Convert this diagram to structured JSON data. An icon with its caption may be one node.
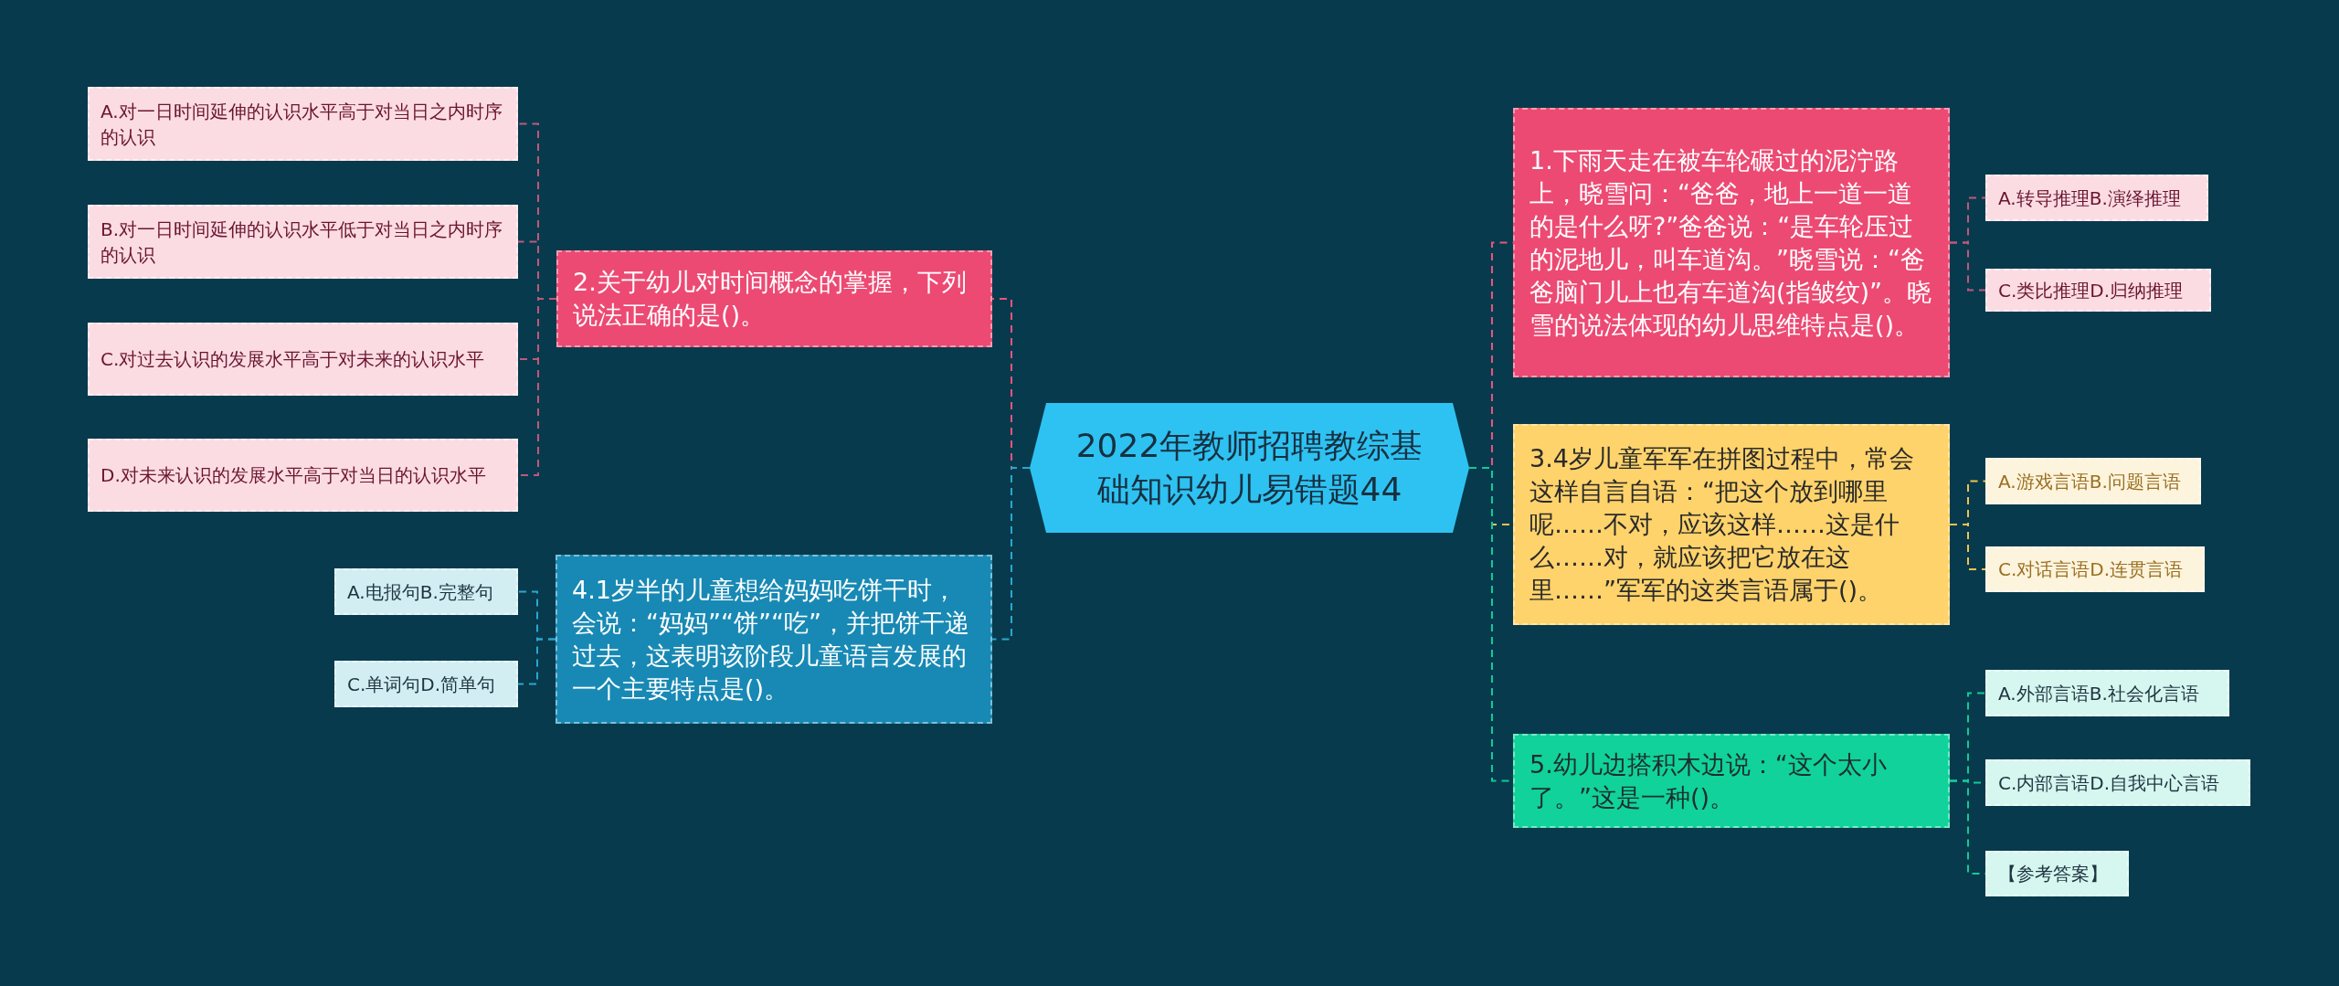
{
  "diagram": {
    "nodes": [
      {
        "text": [
          "2022年教师招聘教综基础知识幼儿易错题44"
        ]
      },
      {
        "text": [
          "1.下雨天走在被车轮碾过的泥泞路上，晓雪问：“爸爸，地上一道一道的是什么呀?”爸爸说：“是车轮压过的泥地儿，叫车道沟。”晓雪说：“爸爸脑门儿上也有车道沟(指皱纹)”。晓雪的说法体现的幼儿思维特点是()。"
        ]
      },
      {
        "text": [
          "A.转导推理B.演绎推理"
        ]
      },
      {
        "text": [
          "C.类比推理D.归纳推理"
        ]
      },
      {
        "text": [
          "2.关于幼儿对时间概念的掌握，下列说法正确的是()。"
        ]
      },
      {
        "text": [
          "A.对一日时间延伸的认识水平高于对当日之内时序的认识"
        ]
      },
      {
        "text": [
          "B.对一日时间延伸的认识水平低于对当日之内时序的认识"
        ]
      },
      {
        "text": [
          "C.对过去认识的发展水平高于对未来的认识水平"
        ]
      },
      {
        "text": [
          "D.对未来认识的发展水平高于对当日的认识水平"
        ]
      },
      {
        "text": [
          "3.4岁儿童军军在拼图过程中，常会这样自言自语：“把这个放到哪里呢……不对，应该这样……这是什么……对，就应该把它放在这里……”军军的这类言语属于()。"
        ]
      },
      {
        "text": [
          "A.游戏言语B.问题言语"
        ]
      },
      {
        "text": [
          "C.对话言语D.连贯言语"
        ]
      },
      {
        "text": [
          "4.1岁半的儿童想给妈妈吃饼干时，会说：“妈妈”“饼”“吃”，并把饼干递过去，这表明该阶段儿童语言发展的一个主要特点是()。"
        ]
      },
      {
        "text": [
          "A.电报句B.完整句"
        ]
      },
      {
        "text": [
          "C.单词句D.简单句"
        ]
      },
      {
        "text": [
          "5.幼儿边搭积木边说：“这个太小了。”这是一种()。"
        ]
      },
      {
        "text": [
          "A.外部言语B.社会化言语"
        ]
      },
      {
        "text": [
          "C.内部言语D.自我中心言语"
        ]
      },
      {
        "text": [
          "【参考答案】"
        ]
      }
    ],
    "edges": [
      {
        "from": 0,
        "to": 1,
        "arrow": "none",
        "style": "dashed",
        "color": "#e8557a"
      },
      {
        "from": 1,
        "to": 2,
        "arrow": "none",
        "style": "dashed",
        "color": "#c0587a"
      },
      {
        "from": 1,
        "to": 3,
        "arrow": "none",
        "style": "dashed",
        "color": "#c0587a"
      },
      {
        "from": 0,
        "to": 4,
        "arrow": "none",
        "style": "dashed",
        "color": "#e8557a"
      },
      {
        "from": 4,
        "to": 5,
        "arrow": "none",
        "style": "dashed",
        "color": "#c0587a"
      },
      {
        "from": 4,
        "to": 6,
        "arrow": "none",
        "style": "dashed",
        "color": "#c0587a"
      },
      {
        "from": 4,
        "to": 7,
        "arrow": "none",
        "style": "dashed",
        "color": "#c0587a"
      },
      {
        "from": 4,
        "to": 8,
        "arrow": "none",
        "style": "dashed",
        "color": "#c0587a"
      },
      {
        "from": 0,
        "to": 9,
        "arrow": "none",
        "style": "dashed",
        "color": "#f2c14e"
      },
      {
        "from": 9,
        "to": 10,
        "arrow": "none",
        "style": "dashed",
        "color": "#f2c14e"
      },
      {
        "from": 9,
        "to": 11,
        "arrow": "none",
        "style": "dashed",
        "color": "#f2c14e"
      },
      {
        "from": 0,
        "to": 12,
        "arrow": "none",
        "style": "dashed",
        "color": "#2aa8d0"
      },
      {
        "from": 12,
        "to": 13,
        "arrow": "none",
        "style": "dashed",
        "color": "#2aa8d0"
      },
      {
        "from": 12,
        "to": 14,
        "arrow": "none",
        "style": "dashed",
        "color": "#2aa8d0"
      },
      {
        "from": 0,
        "to": 15,
        "arrow": "none",
        "style": "dashed",
        "color": "#13c995"
      },
      {
        "from": 15,
        "to": 16,
        "arrow": "none",
        "style": "dashed",
        "color": "#13c995"
      },
      {
        "from": 15,
        "to": 17,
        "arrow": "none",
        "style": "dashed",
        "color": "#13c995"
      },
      {
        "from": 15,
        "to": 18,
        "arrow": "none",
        "style": "dashed",
        "color": "#13c995"
      }
    ]
  }
}
